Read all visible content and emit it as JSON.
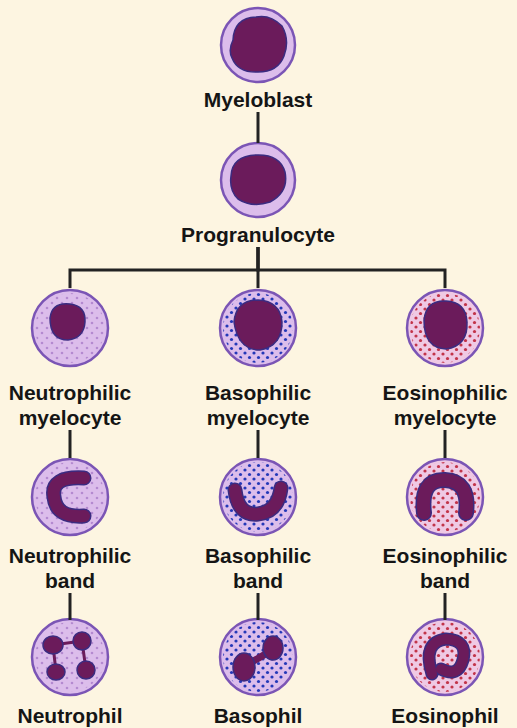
{
  "diagram": {
    "nodes": [
      {
        "text": [
          "Myeloblast"
        ]
      },
      {
        "text": [
          "Progranulocyte"
        ]
      },
      {
        "text": [
          "Neutrophilic myelocyte"
        ]
      },
      {
        "text": [
          "Basophilic myelocyte"
        ]
      },
      {
        "text": [
          "Eosinophilic myelocyte"
        ]
      },
      {
        "text": [
          "Neutrophilic band"
        ]
      },
      {
        "text": [
          "Basophilic band"
        ]
      },
      {
        "text": [
          "Eosinophilic band"
        ]
      },
      {
        "text": [
          "Neutrophil"
        ]
      },
      {
        "text": [
          "Basophil"
        ]
      },
      {
        "text": [
          "Eosinophil"
        ]
      }
    ],
    "edges": [
      {
        "from": 0,
        "to": 1,
        "arrow": "none"
      },
      {
        "from": 1,
        "to": 2,
        "arrow": "none"
      },
      {
        "from": 1,
        "to": 3,
        "arrow": "none"
      },
      {
        "from": 1,
        "to": 4,
        "arrow": "none"
      },
      {
        "from": 2,
        "to": 5,
        "arrow": "none"
      },
      {
        "from": 3,
        "to": 6,
        "arrow": "none"
      },
      {
        "from": 4,
        "to": 7,
        "arrow": "none"
      },
      {
        "from": 5,
        "to": 8,
        "arrow": "none"
      },
      {
        "from": 6,
        "to": 9,
        "arrow": "none"
      },
      {
        "from": 7,
        "to": 10,
        "arrow": "none"
      }
    ]
  }
}
